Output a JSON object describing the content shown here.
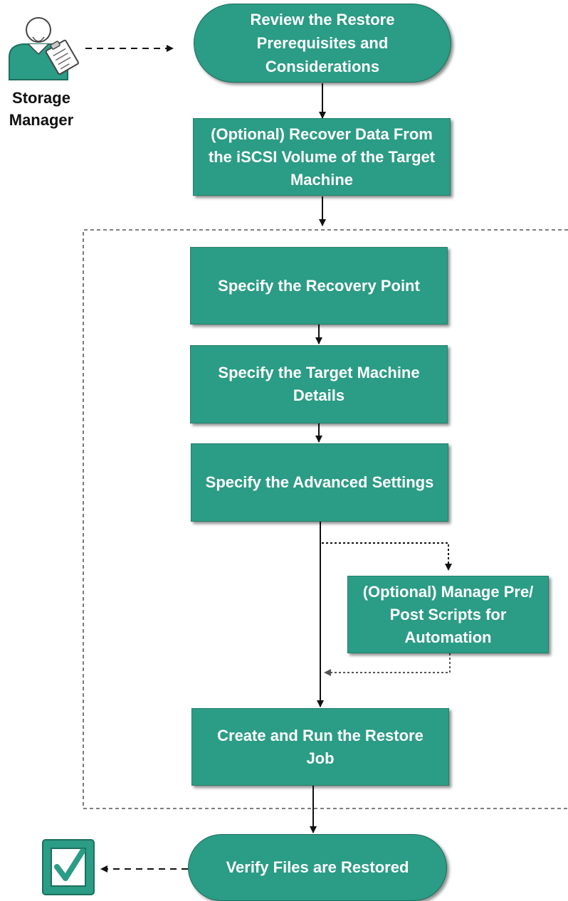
{
  "role": {
    "name": "Storage\nManager",
    "icon": "storage-manager-icon"
  },
  "steps": [
    {
      "id": "review",
      "text": "Review the Restore\nPrerequisites and\nConsiderations",
      "shape": "pill"
    },
    {
      "id": "recover-iscsi",
      "text": "(Optional) Recover Data From\nthe iSCSI Volume of the Target\nMachine",
      "shape": "box"
    },
    {
      "id": "recovery-point",
      "text": "Specify the Recovery Point",
      "shape": "box"
    },
    {
      "id": "target-machine",
      "text": "Specify the Target Machine\nDetails",
      "shape": "box"
    },
    {
      "id": "advanced-settings",
      "text": "Specify the Advanced Settings",
      "shape": "box"
    },
    {
      "id": "pre-post-scripts",
      "text": "(Optional) Manage Pre/\nPost Scripts for\nAutomation",
      "shape": "box"
    },
    {
      "id": "restore-job",
      "text": "Create and Run the Restore Job",
      "shape": "box"
    },
    {
      "id": "verify",
      "text": "Verify Files are Restored",
      "shape": "pill"
    }
  ],
  "end_icon": "checkmark-icon",
  "colors": {
    "node_fill": "#2b9c85",
    "node_text": "#ffffff",
    "arrow": "#111111",
    "dashed": "#333333"
  }
}
